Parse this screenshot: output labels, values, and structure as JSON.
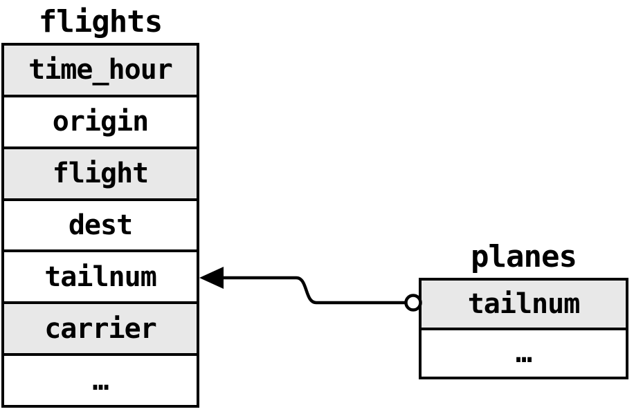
{
  "colors": {
    "stroke": "#000000",
    "row_fill": "#ffffff",
    "shaded_fill": "#e8e8e8",
    "background": "#ffffff",
    "text": "#000000"
  },
  "tables": {
    "flights": {
      "title": "flights",
      "fields": [
        {
          "label": "time_hour",
          "shaded": true
        },
        {
          "label": "origin",
          "shaded": false
        },
        {
          "label": "flight",
          "shaded": true
        },
        {
          "label": "dest",
          "shaded": false
        },
        {
          "label": "tailnum",
          "shaded": false
        },
        {
          "label": "carrier",
          "shaded": true
        },
        {
          "label": "…",
          "shaded": false
        }
      ]
    },
    "planes": {
      "title": "planes",
      "fields": [
        {
          "label": "tailnum",
          "shaded": true
        },
        {
          "label": "…",
          "shaded": false
        }
      ]
    }
  },
  "relation": {
    "from": "planes.tailnum",
    "to": "flights.tailnum",
    "arrow_end": "flights.tailnum",
    "circle_end": "planes.tailnum"
  }
}
